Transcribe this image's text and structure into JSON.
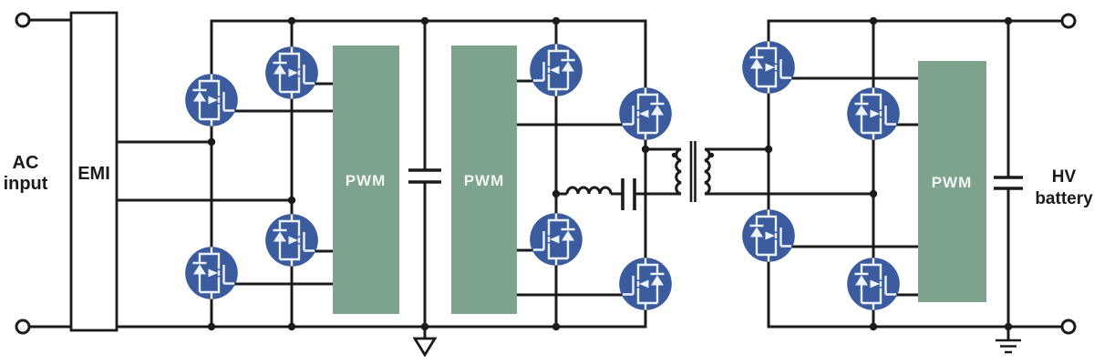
{
  "labels": {
    "ac_input_line1": "AC",
    "ac_input_line2": "input",
    "emi": "EMI",
    "pwm_pfc": "PWM",
    "pwm_primary": "PWM",
    "pwm_secondary": "PWM",
    "hv_battery_line1": "HV",
    "hv_battery_line2": "battery"
  },
  "colors": {
    "background": "#ffffff",
    "wire_black": "#1b1b1b",
    "mosfet_blue": "#3a5b9d",
    "pwm_green": "#7da38c",
    "symbol_white": "#edf3fb"
  }
}
